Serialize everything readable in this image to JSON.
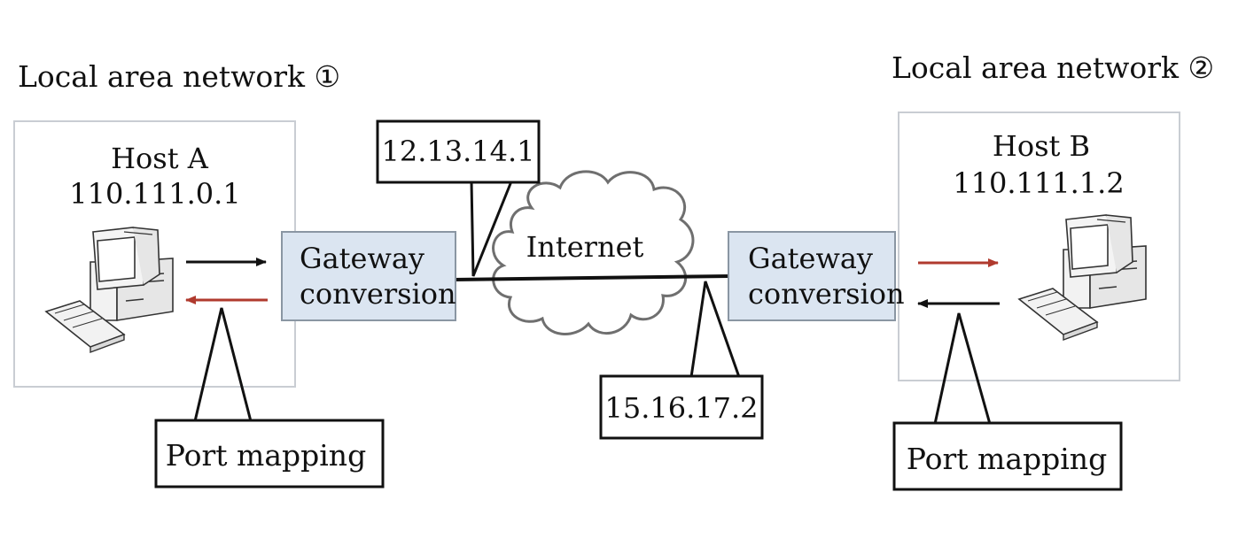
{
  "lan_left": {
    "title": "Local area network ①"
  },
  "lan_right": {
    "title": "Local area network ②"
  },
  "host_a": {
    "name": "Host A",
    "ip": "110.111.0.1"
  },
  "host_b": {
    "name": "Host B",
    "ip": "110.111.1.2"
  },
  "gateway_left": {
    "line1": "Gateway",
    "line2": "conversion"
  },
  "gateway_right": {
    "line1": "Gateway",
    "line2": "conversion"
  },
  "internet": {
    "label": "Internet"
  },
  "public_ip_left": {
    "label": "12.13.14.1"
  },
  "public_ip_right": {
    "label": "15.16.17.2"
  },
  "port_mapping_left": {
    "label": "Port mapping"
  },
  "port_mapping_right": {
    "label": "Port mapping"
  },
  "colors": {
    "lan_border": "#c9cdd3",
    "gateway_fill": "#dbe5f1",
    "gateway_border": "#8a96a3",
    "arrow_dark": "#111111",
    "arrow_red": "#b03a2e",
    "cloud_stroke": "#6f6f6f",
    "cloud_fill": "#ffffff",
    "callout_border": "#111111"
  }
}
